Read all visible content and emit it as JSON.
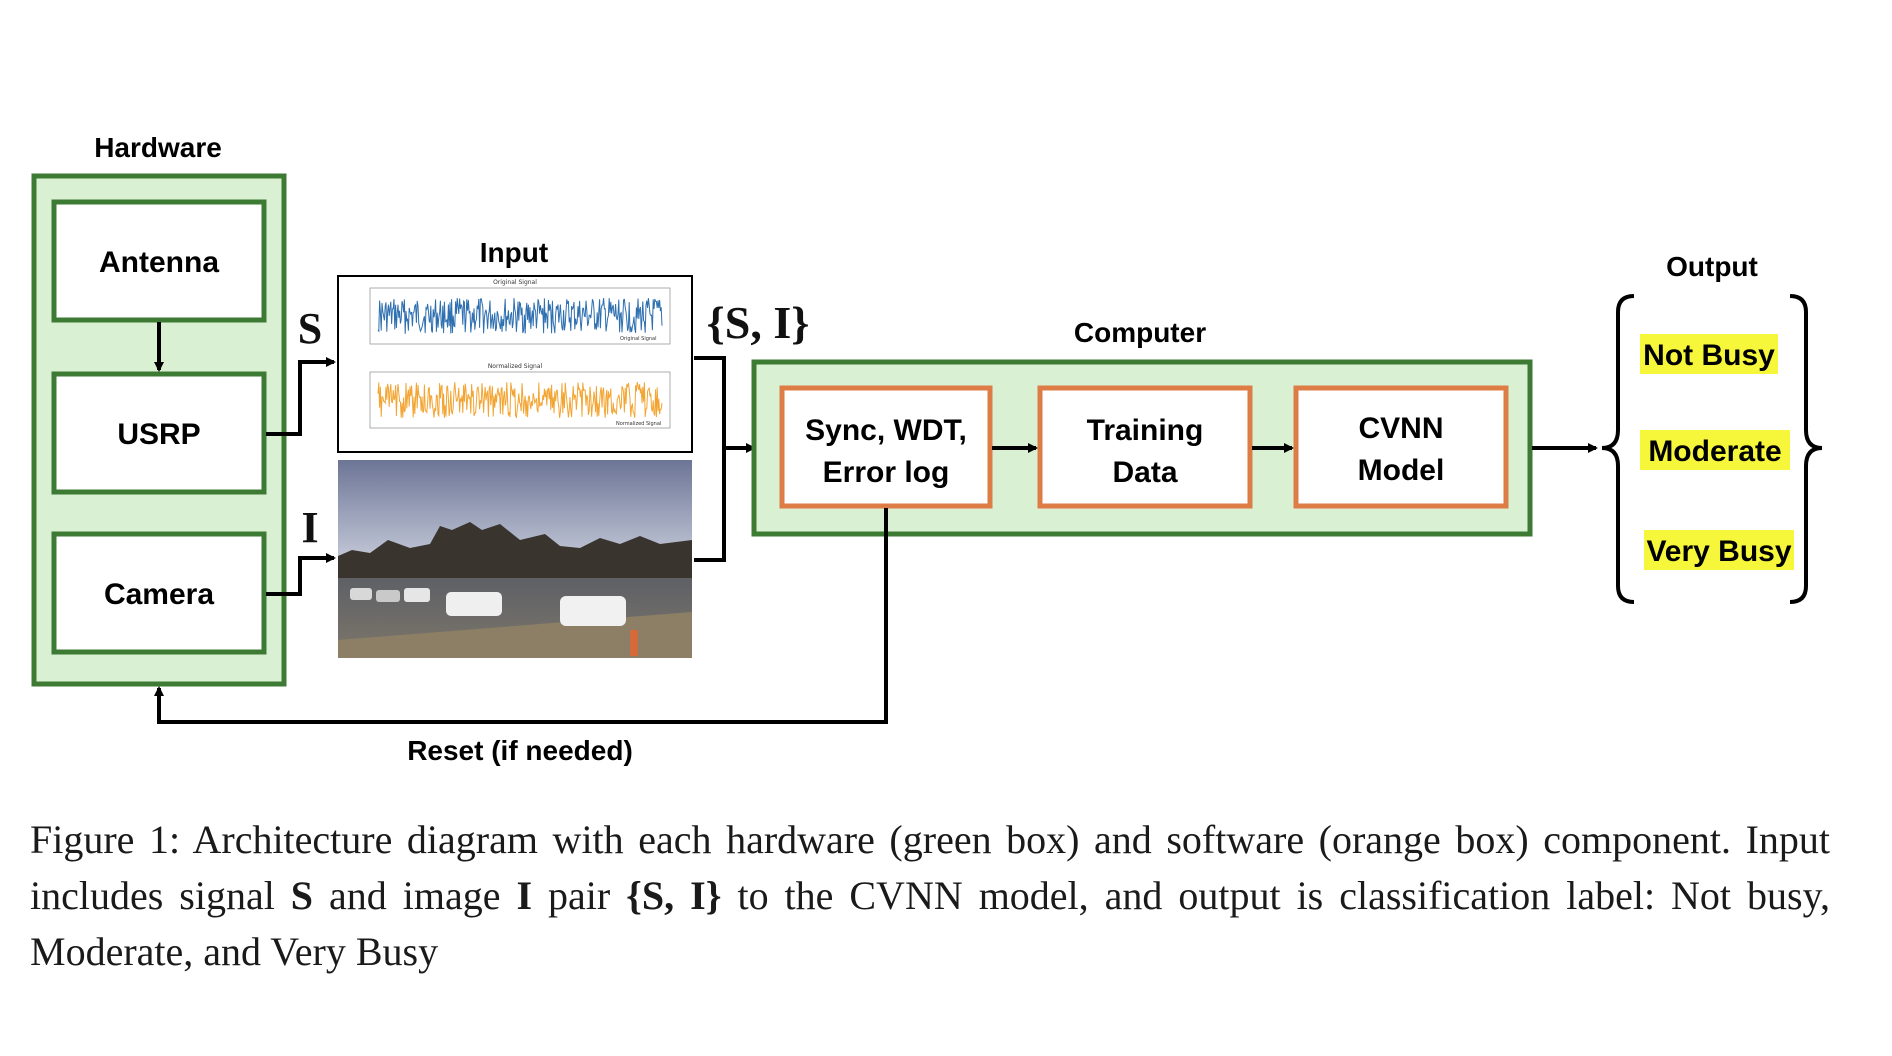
{
  "hardware": {
    "title": "Hardware",
    "antenna": "Antenna",
    "usrp": "USRP",
    "camera": "Camera"
  },
  "input": {
    "title": "Input",
    "signal_symbol": "S",
    "image_symbol": "I",
    "pair_label": "{S, I}",
    "plot_top_title": "Original Signal",
    "plot_bottom_title": "Normalized Signal",
    "plot_top_legend": "Original Signal",
    "plot_bottom_legend": "Normalized Signal"
  },
  "computer": {
    "title": "Computer",
    "sync_line1": "Sync, WDT,",
    "sync_line2": "Error log",
    "training_line1": "Training",
    "training_line2": "Data",
    "cvnn_line1": "CVNN",
    "cvnn_line2": "Model"
  },
  "output": {
    "title": "Output",
    "labels": [
      "Not Busy",
      "Moderate",
      "Very Busy"
    ]
  },
  "feedback_label": "Reset (if needed)",
  "caption": {
    "part1": "Figure 1: Architecture diagram with each hardware (green box) and software (orange box) component. Input includes signal ",
    "s": "S",
    "part2": " and image ",
    "i": "I",
    "part3": " pair ",
    "pair": "{S, I}",
    "part4": " to the CVNN model, and output is classification label: Not busy, Moderate, and Very Busy"
  },
  "colors": {
    "green_border": "#3d7a34",
    "green_fill": "#daf0d3",
    "orange_border": "#dd7d45",
    "highlight": "#f6f63a",
    "signal_blue": "#2e6fb0",
    "signal_orange": "#f3a533"
  }
}
